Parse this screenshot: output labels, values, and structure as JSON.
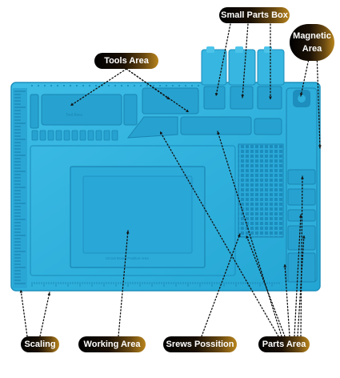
{
  "colors": {
    "mat": "#2fb1dd",
    "mat_dark": "#1c8fbc",
    "mat_light": "#6fd3f1",
    "pill_start": "#000000",
    "pill_end": "#b8841c",
    "pointer": "#111111"
  },
  "labels": {
    "small_parts_box": "Small Parts Box",
    "magnetic_area_line1": "Magnetic",
    "magnetic_area_line2": "Area",
    "tools_area": "Tools Area",
    "scaling": "Scaling",
    "working_area": "Working Area",
    "screws_position": "Srews Possition",
    "parts_area": "Parts Area"
  },
  "mat_embossed_text": {
    "tools_slot": "Tool Area",
    "working_area": "Circuit Board Position Area"
  },
  "icons": [
    "dotted-pointer-line",
    "arrowhead-icon",
    "silicone-mat"
  ]
}
